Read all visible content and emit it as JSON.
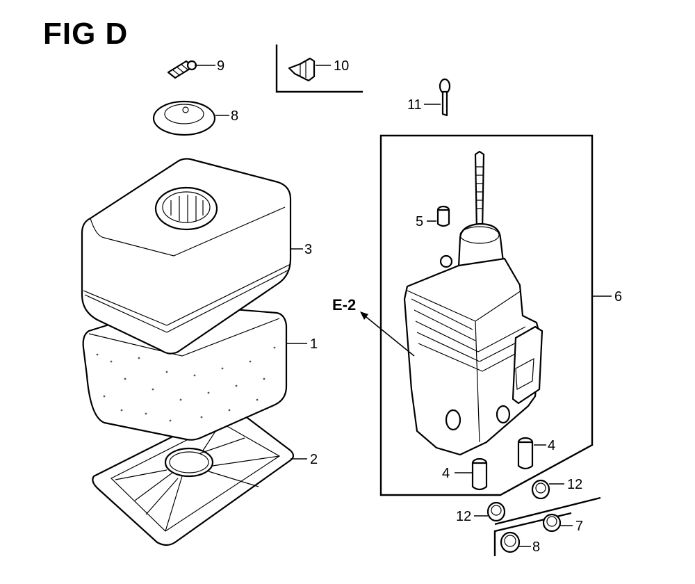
{
  "figure": {
    "title": "FIG D",
    "reference": "E-2"
  },
  "callouts": [
    {
      "id": "c1",
      "label": "1"
    },
    {
      "id": "c2",
      "label": "2"
    },
    {
      "id": "c3",
      "label": "3"
    },
    {
      "id": "c4a",
      "label": "4"
    },
    {
      "id": "c4b",
      "label": "4"
    },
    {
      "id": "c5",
      "label": "5"
    },
    {
      "id": "c6",
      "label": "6"
    },
    {
      "id": "c7",
      "label": "7"
    },
    {
      "id": "c8a",
      "label": "8"
    },
    {
      "id": "c8b",
      "label": "8"
    },
    {
      "id": "c9",
      "label": "9"
    },
    {
      "id": "c10",
      "label": "10"
    },
    {
      "id": "c11",
      "label": "11"
    },
    {
      "id": "c12a",
      "label": "12"
    },
    {
      "id": "c12b",
      "label": "12"
    }
  ]
}
